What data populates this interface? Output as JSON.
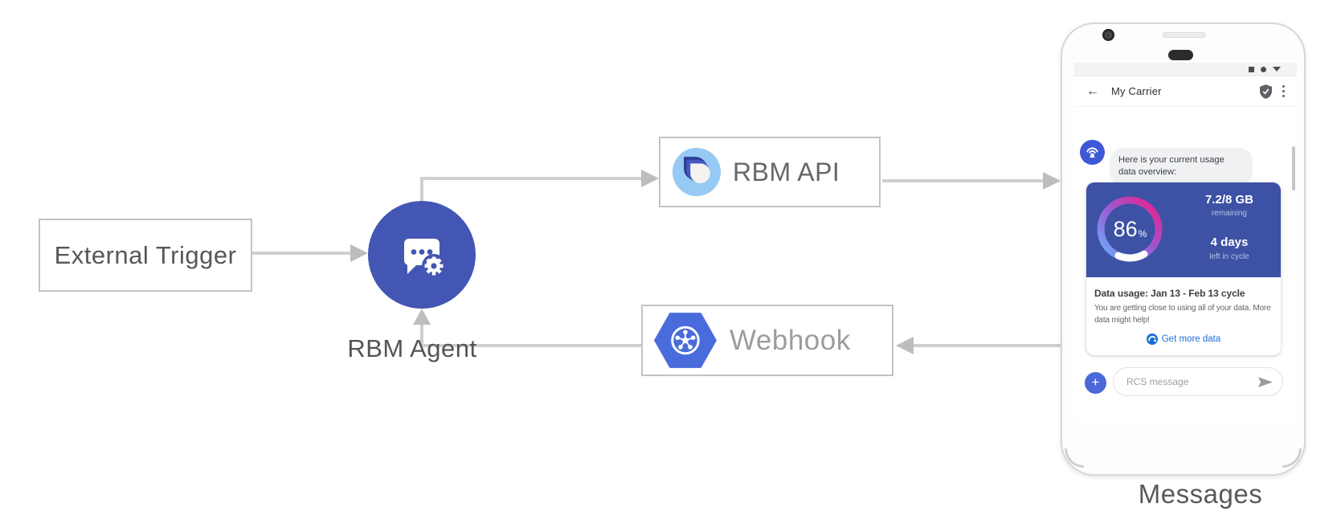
{
  "colors": {
    "agent_circle_blue": "#4456b3",
    "usage_card_blue": "#3d52a4",
    "avatar_blue": "#3e58d8",
    "webhook_hexagon_blue": "#4a6bdc",
    "link_blue": "#1a6fd4",
    "arrow_gray": "#cfcfcf",
    "ring_gradient": [
      "#6cacf8",
      "#9b59d0",
      "#ed1e8a"
    ]
  },
  "diagram": {
    "external_trigger_label": "External Trigger",
    "rbm_agent_label": "RBM Agent",
    "rbm_api_label": "RBM API",
    "webhook_label": "Webhook",
    "phone_caption": "Messages"
  },
  "phone": {
    "header": {
      "back_glyph": "←",
      "title": "My Carrier"
    },
    "conversation": {
      "agent_message": "Here is your current usage data overview:"
    },
    "usage_card": {
      "percent": "86",
      "percent_unit": "%",
      "data_remaining_value": "7.2/8 GB",
      "data_remaining_label": "remaining",
      "days_value": "4 days",
      "days_label": "left in cycle",
      "title": "Data usage: Jan 13 - Feb 13 cycle",
      "body": "You are getting close to using all of your data. More data might help!",
      "action_label": "Get more data"
    },
    "composer": {
      "placeholder": "RCS message",
      "plus_label": "+"
    }
  }
}
